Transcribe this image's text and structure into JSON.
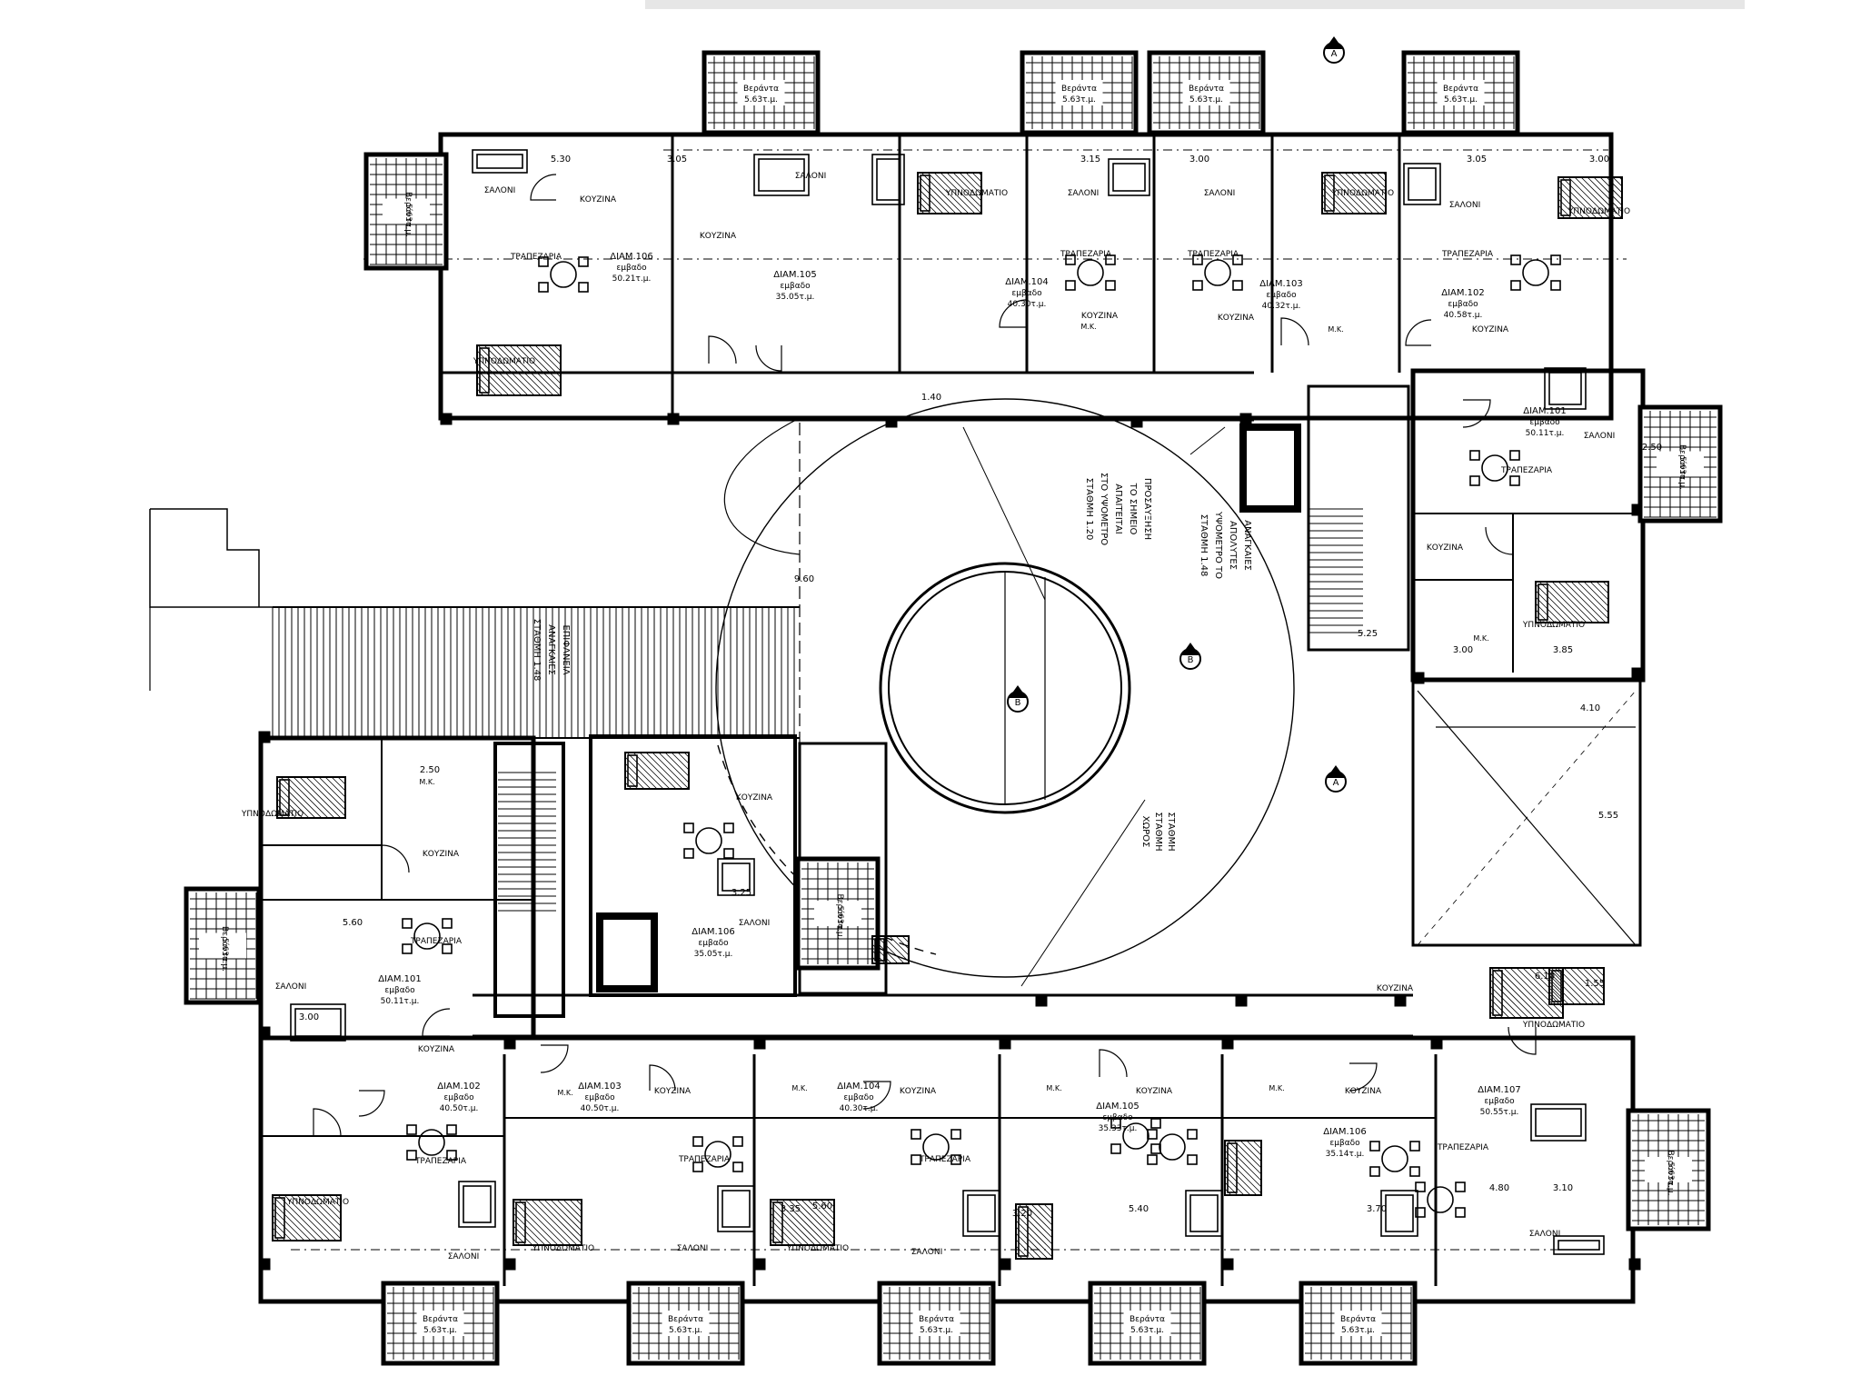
{
  "apartments": [
    {
      "name": "ΔΙΑΜ.106",
      "label": "εμβαδο",
      "area": "50.21τ.μ."
    },
    {
      "name": "ΔΙΑΜ.105",
      "label": "εμβαδο",
      "area": "35.05τ.μ."
    },
    {
      "name": "ΔΙΑΜ.104",
      "label": "εμβαδο",
      "area": "40.30τ.μ."
    },
    {
      "name": "ΔΙΑΜ.103",
      "label": "εμβαδο",
      "area": "40.32τ.μ."
    },
    {
      "name": "ΔΙΑΜ.102",
      "label": "εμβαδο",
      "area": "40.58τ.μ."
    },
    {
      "name": "ΔΙΑΜ.101",
      "label": "εμβαδο",
      "area": "50.11τ.μ."
    },
    {
      "name": "ΔΙΑΜ.101",
      "label": "εμβαδο",
      "area": "50.11τ.μ."
    },
    {
      "name": "ΔΙΑΜ.106",
      "label": "εμβαδο",
      "area": "35.05τ.μ."
    },
    {
      "name": "ΔΙΑΜ.102",
      "label": "εμβαδο",
      "area": "40.50τ.μ."
    },
    {
      "name": "ΔΙΑΜ.103",
      "label": "εμβαδο",
      "area": "40.50τ.μ."
    },
    {
      "name": "ΔΙΑΜ.104",
      "label": "εμβαδο",
      "area": "40.30τ.μ."
    },
    {
      "name": "ΔΙΑΜ.105",
      "label": "εμβαδο",
      "area": "35.33τ.μ."
    },
    {
      "name": "ΔΙΑΜ.106",
      "label": "εμβαδο",
      "area": "35.14τ.μ."
    },
    {
      "name": "ΔΙΑΜ.107",
      "label": "εμβαδο",
      "area": "50.55τ.μ."
    }
  ],
  "rooms": {
    "kitchen": "ΚΟΥΖΙΝΑ",
    "dining": "ΤΡΑΠΕΖΑΡΙΑ",
    "living": "ΣΑΛΟΝΙ",
    "bedroom": "ΥΠΝΟΔΩΜΑΤΙΟ",
    "bath": "Μ.Κ."
  },
  "balcony": {
    "label": "Βεράντα",
    "areas": [
      "5.63τ.μ.",
      "5.63τ.μ.",
      "5.63τ.μ.",
      "5.63τ.μ.",
      "5.63τ.μ.",
      "5.63τ.μ.",
      "5.63τ.μ.",
      "5.63τ.μ.",
      "5.63τ.μ.",
      "5.63τ.μ.",
      "5.63τ.μ.",
      "5.63τ.μ.",
      "5.63τ.μ.",
      "5.63τ.μ."
    ]
  },
  "dimensions": [
    "5.30",
    "3.05",
    "3.15",
    "3.00",
    "3.05",
    "3.00",
    "2.50",
    "5.60",
    "3.25",
    "3.00",
    "3.20",
    "3.35",
    "5.40",
    "3.70",
    "4.80",
    "3.10",
    "5.60",
    "6.10",
    "4.10",
    "2.50",
    "3.00",
    "3.85",
    "1.55",
    "1.40",
    "9.60",
    "5.25",
    "5.55"
  ],
  "annotations": {
    "upper_center": [
      "ΠΡΟΣΑΥΞΗΣΗ",
      "ΤΟ ΣΗΜΕΙΟ",
      "ΑΠΑΙΤΕΙΤΑΙ",
      "ΣΤΟ ΥΨΟΜΕΤΡΟ",
      "ΣΤΑΘΜΗ 1.20"
    ],
    "right_note": [
      "ΑΝΑΓΚΑΙΕΣ",
      "ΑΠΟΛΥΤΕΣ",
      "ΥΨΟΜΕΤΡΟ ΤΟ",
      "ΣΤΑΘΜΗ 1.48"
    ],
    "left_note": [
      "ΕΠΙΦΑΝΕΙΑ",
      "ΑΝΑΓΚΑΙΕΣ",
      "ΣΤΑΘΜΗ 1.48"
    ],
    "lower_center": [
      "ΣΤΑΘΜΗ",
      "ΣΤΑΘΜΗ",
      "ΧΩΡΟΣ"
    ]
  },
  "markers": {
    "section_a": "A",
    "section_b": "B"
  }
}
